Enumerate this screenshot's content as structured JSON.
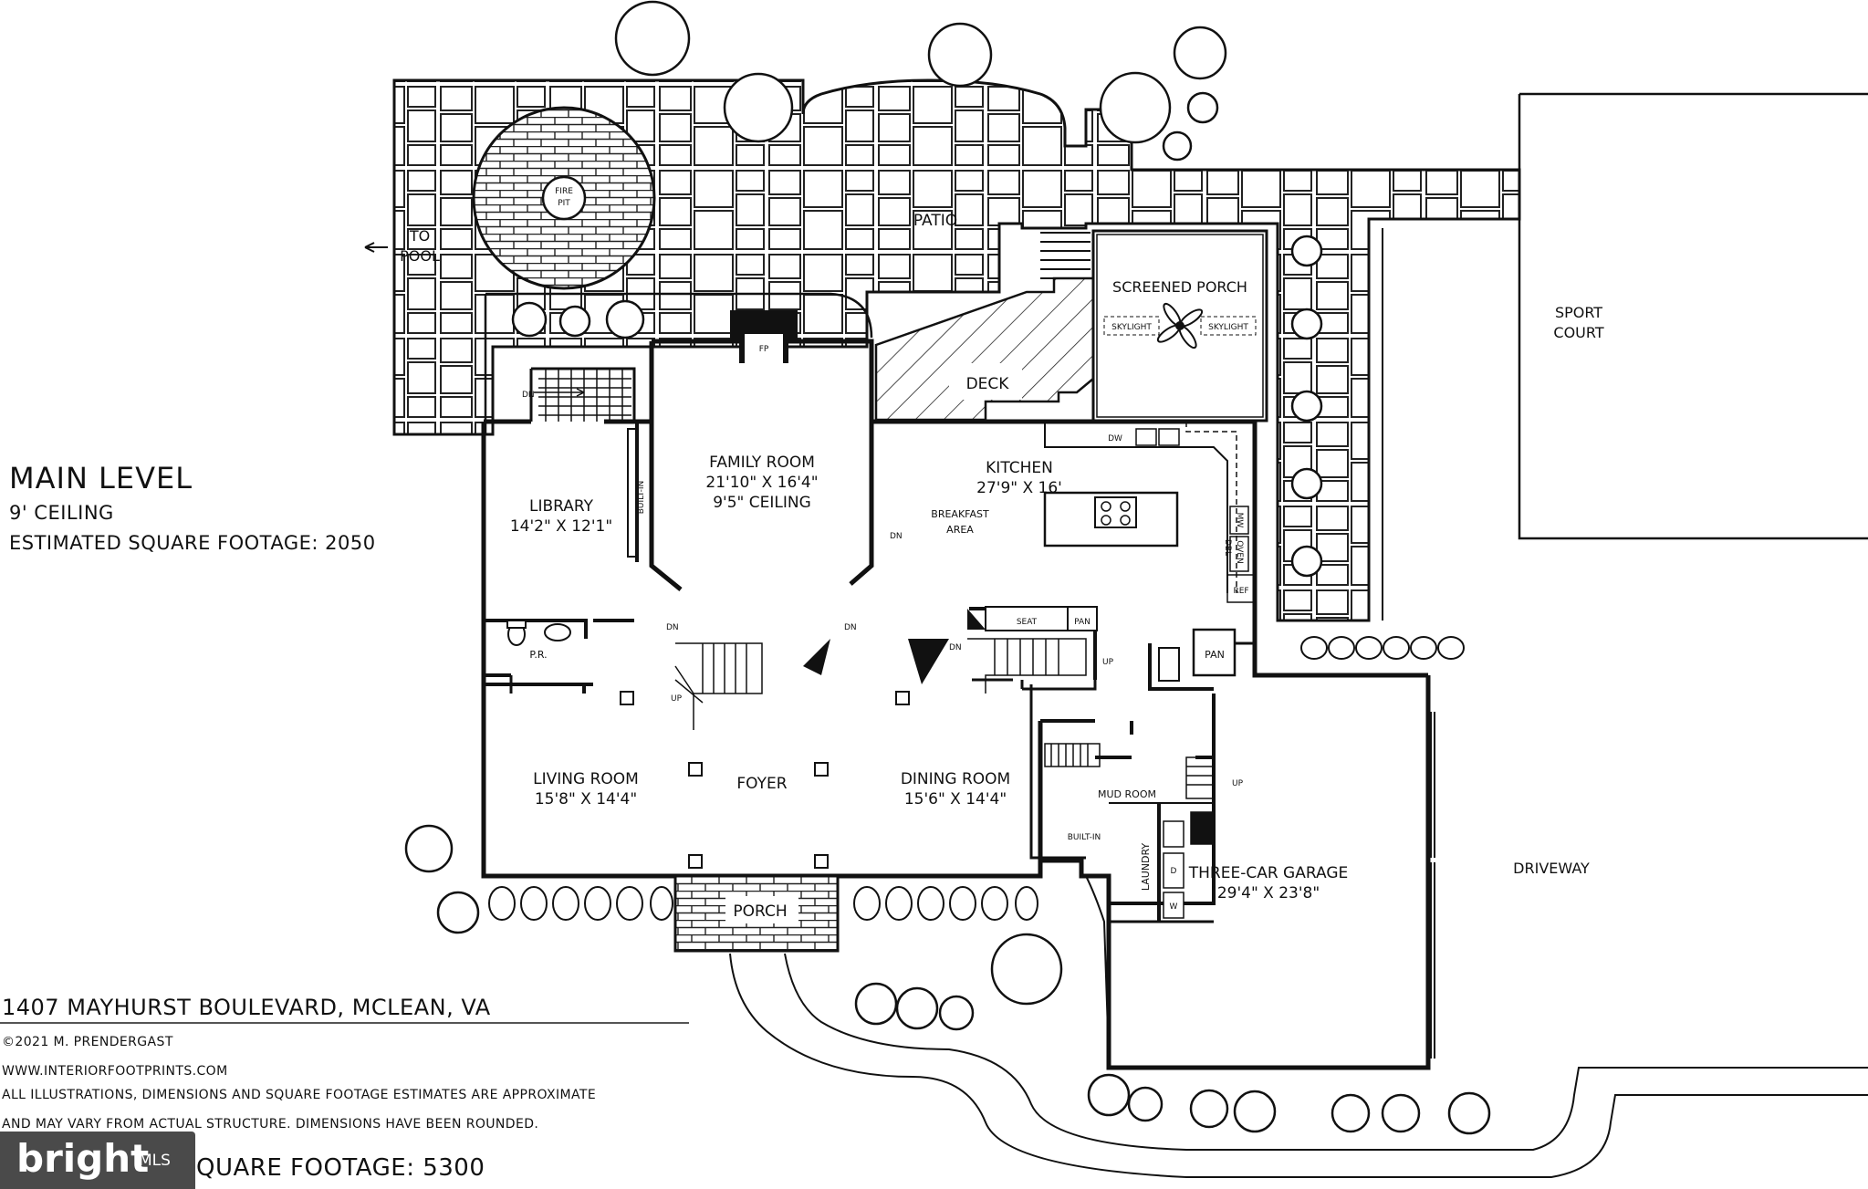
{
  "title": {
    "level": "MAIN LEVEL",
    "ceiling": "9' CEILING",
    "sqft": "ESTIMATED SQUARE FOOTAGE: 2050"
  },
  "footer": {
    "address": "1407 MAYHURST BOULEVARD, MCLEAN, VA",
    "copyright": "©2021 M. PRENDERGAST",
    "website": "WWW.INTERIORFOOTPRINTS.COM",
    "disclaimer_1": "ALL ILLUSTRATIONS, DIMENSIONS AND SQUARE FOOTAGE ESTIMATES ARE APPROXIMATE",
    "disclaimer_2": "AND MAY VARY FROM ACTUAL STRUCTURE. DIMENSIONS HAVE BEEN ROUNDED.",
    "total_sqft_fragment": "QUARE FOOTAGE: 5300"
  },
  "watermark": {
    "brand": "bright",
    "suffix": "MLS"
  },
  "rooms": {
    "family": {
      "name": "FAMILY ROOM",
      "dim": "21'10\" X 16'4\"",
      "ceiling": "9'5\" CEILING"
    },
    "library": {
      "name": "LIBRARY",
      "dim": "14'2\" X 12'1\""
    },
    "kitchen": {
      "name": "KITCHEN",
      "dim": "27'9\" X 16'"
    },
    "breakfast": {
      "name_1": "BREAKFAST",
      "name_2": "AREA"
    },
    "living": {
      "name": "LIVING ROOM",
      "dim": "15'8\" X 14'4\""
    },
    "foyer": {
      "name": "FOYER"
    },
    "dining": {
      "name": "DINING ROOM",
      "dim": "15'6\" X 14'4\""
    },
    "mud": {
      "name": "MUD ROOM"
    },
    "garage": {
      "name": "THREE-CAR GARAGE",
      "dim": "29'4\" X 23'8\""
    },
    "screened": {
      "name": "SCREENED PORCH"
    },
    "porch": {
      "name": "PORCH"
    },
    "patio": {
      "name": "PATIO"
    },
    "deck": {
      "name": "DECK"
    },
    "sport": {
      "name_1": "SPORT",
      "name_2": "COURT"
    },
    "driveway": {
      "name": "DRIVEWAY"
    },
    "pool": {
      "name_1": "TO",
      "name_2": "POOL"
    },
    "firepit": {
      "name_1": "FIRE",
      "name_2": "PIT"
    },
    "pr": {
      "name": "P.R."
    },
    "laundry": {
      "name": "LAUNDRY"
    }
  },
  "fixtures": {
    "fp": "FP",
    "skylight": "SKYLIGHT",
    "built_in": "BUILT-IN",
    "dn": "DN",
    "up": "UP",
    "seat": "SEAT",
    "pan": "PAN",
    "ref": "REF",
    "dbl": "DBL",
    "oven": "OVEN",
    "mw": "MW",
    "dw": "DW",
    "d": "D",
    "w": "W"
  }
}
